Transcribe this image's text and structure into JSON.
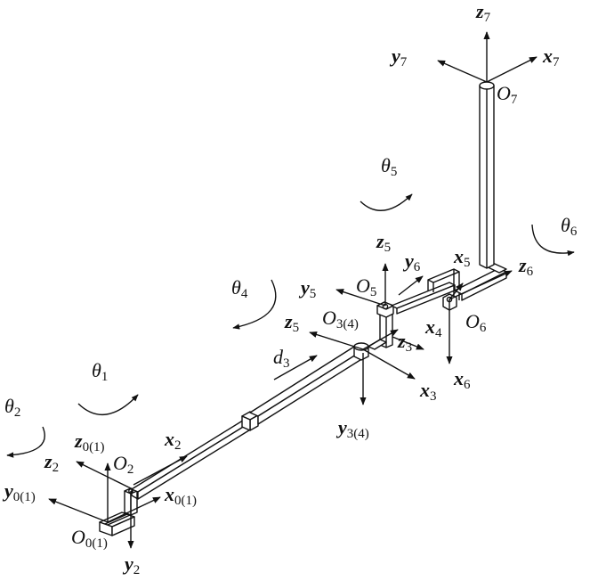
{
  "diagram": {
    "type": "robot-arm-kinematic-frames",
    "links_color": "#111111",
    "background": "#ffffff"
  },
  "labels": {
    "z7": {
      "main": "z",
      "sub": "7"
    },
    "y7": {
      "main": "y",
      "sub": "7"
    },
    "x7": {
      "main": "x",
      "sub": "7"
    },
    "O7": {
      "main": "O",
      "sub": "7"
    },
    "theta5": {
      "main": "θ",
      "sub": "5"
    },
    "theta6": {
      "main": "θ",
      "sub": "6"
    },
    "z5_top": {
      "main": "z",
      "sub": "5"
    },
    "y6": {
      "main": "y",
      "sub": "6"
    },
    "x5": {
      "main": "x",
      "sub": "5"
    },
    "z6": {
      "main": "z",
      "sub": "6"
    },
    "theta4": {
      "main": "θ",
      "sub": "4"
    },
    "y5": {
      "main": "y",
      "sub": "5"
    },
    "O5": {
      "main": "O",
      "sub": "5"
    },
    "z5_left": {
      "main": "z",
      "sub": "5"
    },
    "O34": {
      "main": "O",
      "sub": "3(4)"
    },
    "x4": {
      "main": "x",
      "sub": "4"
    },
    "O6": {
      "main": "O",
      "sub": "6"
    },
    "z3": {
      "main": "z",
      "sub": "3"
    },
    "d3": {
      "main": "d",
      "sub": "3"
    },
    "x6": {
      "main": "x",
      "sub": "6"
    },
    "x3": {
      "main": "x",
      "sub": "3"
    },
    "y34": {
      "main": "y",
      "sub": "3(4)"
    },
    "theta1": {
      "main": "θ",
      "sub": "1"
    },
    "theta2": {
      "main": "θ",
      "sub": "2"
    },
    "x2": {
      "main": "x",
      "sub": "2"
    },
    "z01": {
      "main": "z",
      "sub": "0(1)"
    },
    "O2": {
      "main": "O",
      "sub": "2"
    },
    "z2": {
      "main": "z",
      "sub": "2"
    },
    "y01": {
      "main": "y",
      "sub": "0(1)"
    },
    "x01": {
      "main": "x",
      "sub": "0(1)"
    },
    "O01": {
      "main": "O",
      "sub": "0(1)"
    },
    "y2": {
      "main": "y",
      "sub": "2"
    }
  }
}
